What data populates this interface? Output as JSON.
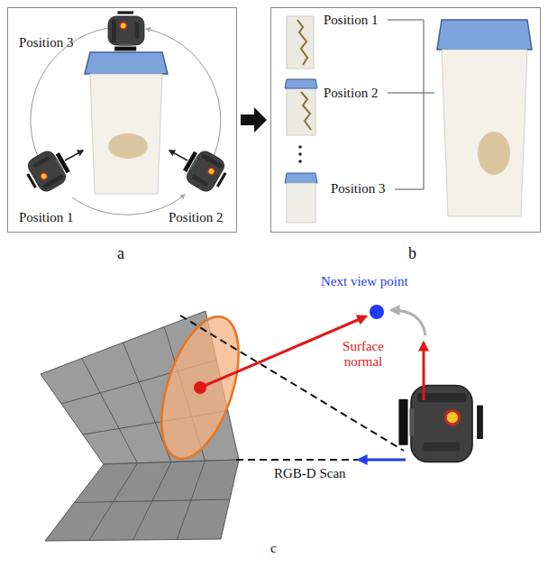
{
  "diagram": {
    "nodes": [
      {
        "text": [
          "Position 3",
          "Position 1",
          "Position 2",
          "a"
        ]
      },
      {
        "text": [
          "Position 1",
          "Position 2",
          "Position 3",
          "b"
        ]
      }
    ],
    "edges": [
      {
        "from": 0,
        "to": 1,
        "arrow": "to"
      }
    ],
    "labels": [
      "Next view point",
      "Surface normal",
      "RGB-D Scan",
      "c"
    ]
  }
}
